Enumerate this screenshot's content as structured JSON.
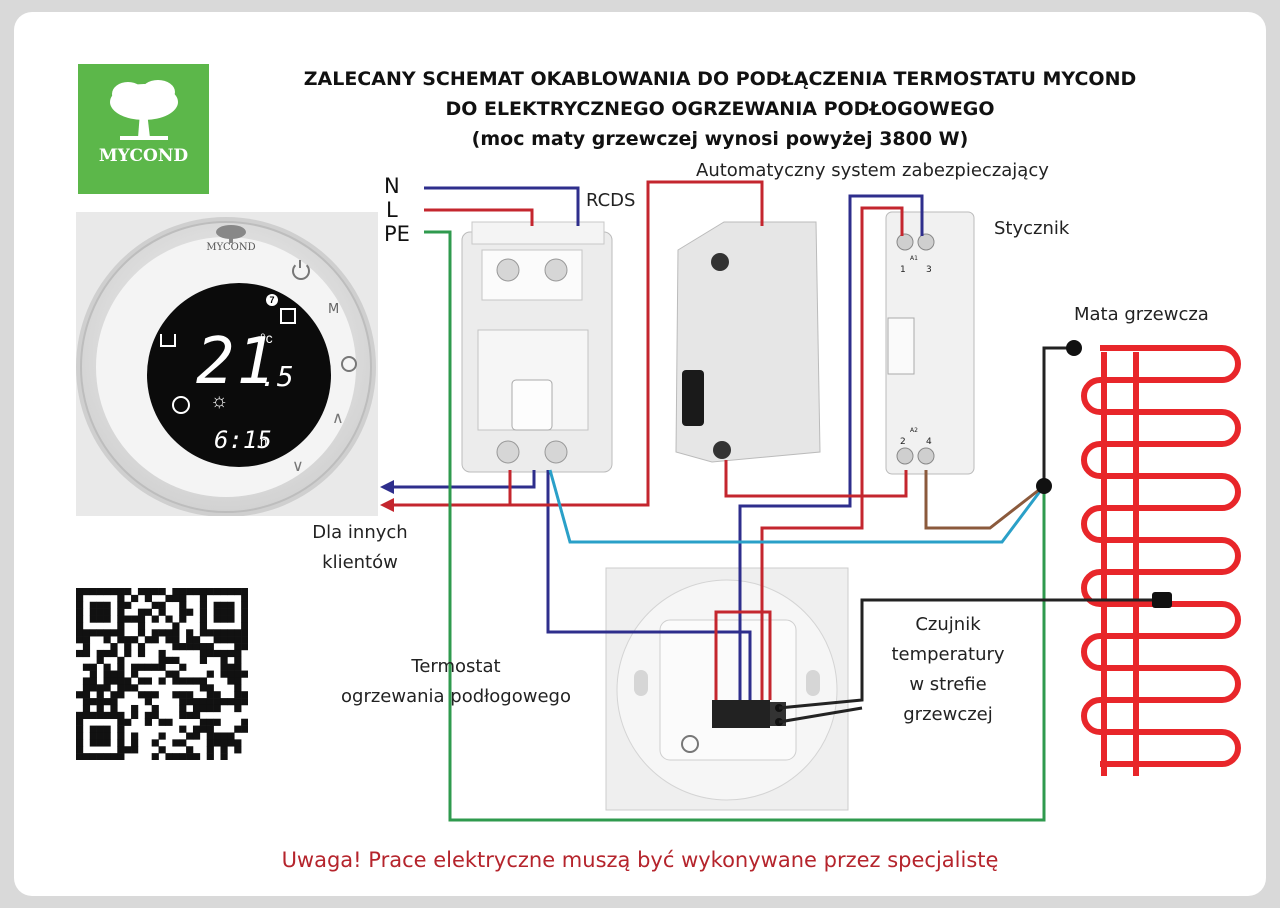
{
  "title": {
    "line1": "ZALECANY SCHEMAT OKABLOWANIA DO PODŁĄCZENIA TERMOSTATU MYCOND",
    "line2": "DO ELEKTRYCZNEGO OGRZEWANIA PODŁOGOWEGO",
    "line3": "(moc maty grzewczej wynosi powyżej 3800 W)"
  },
  "logo": {
    "brand": "MYCOND",
    "icon": "tree-icon",
    "color": "#5cb74a"
  },
  "thermostat_display": {
    "brand": "MYCOND",
    "temp_main": "21",
    "temp_decimal": ".5",
    "unit": "°c",
    "clock": "6:15",
    "clock_suffix": "h",
    "menu_label": "M",
    "program_number": "7"
  },
  "wires": {
    "n": "N",
    "l": "L",
    "pe": "PE"
  },
  "labels": {
    "rcds": "RCDS",
    "breaker": "Automatyczny system zabezpieczający",
    "contactor": "Stycznik",
    "mat": "Mata grzewcza",
    "other_clients_1": "Dla innych",
    "other_clients_2": "klientów",
    "thermostat_1": "Termostat",
    "thermostat_2": "ogrzewania podłogowego",
    "sensor_1": "Czujnik",
    "sensor_2": "temperatury",
    "sensor_3": "w strefie",
    "sensor_4": "grzewczej"
  },
  "contactor_terminals": {
    "t1": "1",
    "t2": "2",
    "t3": "3",
    "t4": "4",
    "a1": "A1",
    "a2": "A2"
  },
  "warning": "Uwaga! Prace elektryczne muszą być wykonywane przez specjalistę",
  "colors": {
    "neutral_wire": "#2e2e8c",
    "live_wire": "#c4262e",
    "earth_wire": "#2f9a4e",
    "brown_wire": "#8b5a3c",
    "blue_wire": "#2aa0c8",
    "heating_mat": "#e8262a",
    "warning": "#b5242c"
  }
}
